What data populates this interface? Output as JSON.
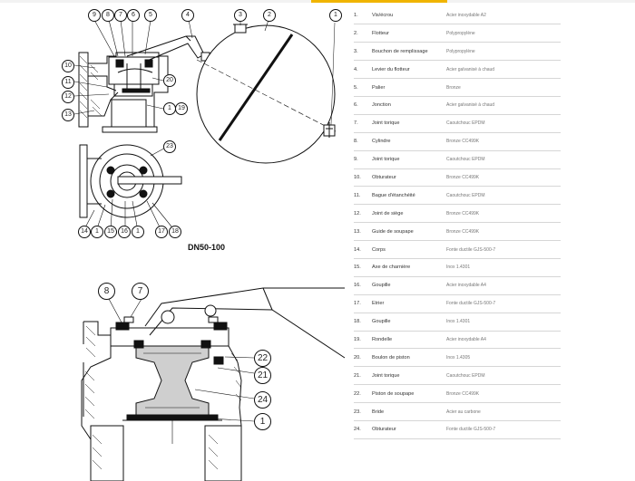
{
  "drawing_top": {
    "callouts": [
      "9",
      "8",
      "7",
      "6",
      "5",
      "4",
      "3",
      "2",
      "1",
      "10",
      "11",
      "20",
      "12",
      "19",
      "1",
      "13",
      "23",
      "14",
      "1",
      "15",
      "16",
      "1",
      "17",
      "18"
    ],
    "caption": "DN50-100"
  },
  "drawing_bottom": {
    "callouts": [
      "8",
      "7",
      "22",
      "21",
      "24",
      "1"
    ]
  },
  "parts": [
    {
      "num": "1.",
      "name": "Vis/écrou",
      "material": "Acier inoxydable A2"
    },
    {
      "num": "2.",
      "name": "Flotteur",
      "material": "Polypropylène"
    },
    {
      "num": "3.",
      "name": "Bouchon de remplissage",
      "material": "Polypropylène"
    },
    {
      "num": "4.",
      "name": "Levier du flotteur",
      "material": "Acier galvanisé à chaud"
    },
    {
      "num": "5.",
      "name": "Palier",
      "material": "Bronze"
    },
    {
      "num": "6.",
      "name": "Jonction",
      "material": "Acier galvanisé à chaud"
    },
    {
      "num": "7.",
      "name": "Joint torique",
      "material": "Caoutchouc EPDM"
    },
    {
      "num": "8.",
      "name": "Cylindre",
      "material": "Bronze CC499K"
    },
    {
      "num": "9.",
      "name": "Joint torique",
      "material": "Caoutchouc EPDM"
    },
    {
      "num": "10.",
      "name": "Obturateur",
      "material": "Bronze CC499K"
    },
    {
      "num": "11.",
      "name": "Bague d'étanchéité",
      "material": "Caoutchouc EPDM"
    },
    {
      "num": "12.",
      "name": "Joint de siège",
      "material": "Bronze CC499K"
    },
    {
      "num": "13.",
      "name": "Guide de soupape",
      "material": "Bronze CC499K"
    },
    {
      "num": "14.",
      "name": "Corps",
      "material": "Fonte ductile GJS-500-7"
    },
    {
      "num": "15.",
      "name": "Axe de charnière",
      "material": "Inox 1.4301"
    },
    {
      "num": "16.",
      "name": "Goupille",
      "material": "Acier inoxydable A4"
    },
    {
      "num": "17.",
      "name": "Etrier",
      "material": "Fonte ductile GJS-500-7"
    },
    {
      "num": "18.",
      "name": "Goupille",
      "material": "Inox 1.4301"
    },
    {
      "num": "19.",
      "name": "Rondelle",
      "material": "Acier inoxydable A4"
    },
    {
      "num": "20.",
      "name": "Boulon de piston",
      "material": "Inox 1.4305"
    },
    {
      "num": "21.",
      "name": "Joint torique",
      "material": "Caoutchouc EPDM"
    },
    {
      "num": "22.",
      "name": "Piston de soupape",
      "material": "Bronze CC499K"
    },
    {
      "num": "23.",
      "name": "Bride",
      "material": "Acier au carbone"
    },
    {
      "num": "24.",
      "name": "Obturateur",
      "material": "Fonte ductile GJS-500-7"
    }
  ]
}
